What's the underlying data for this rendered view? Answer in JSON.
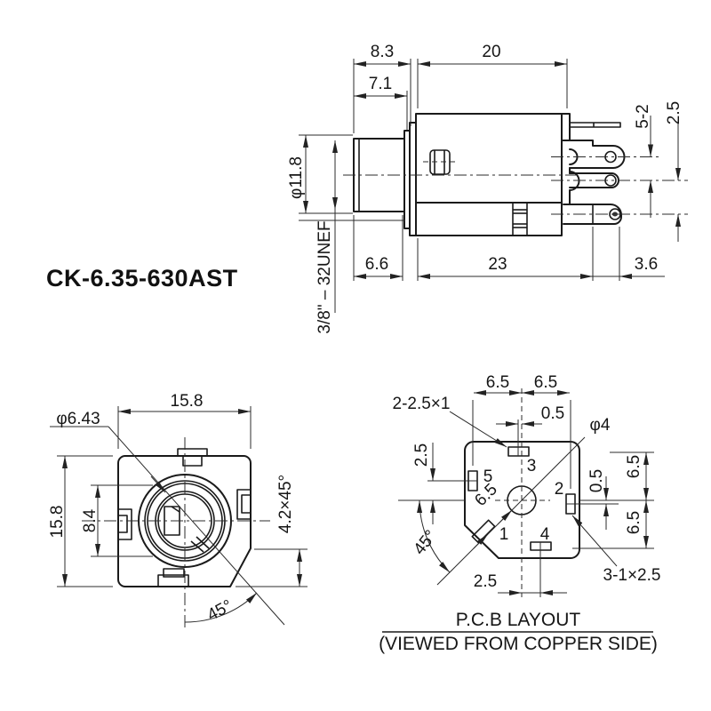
{
  "title": "CK-6.35-630AST",
  "side_view": {
    "dim_8_3": "8.3",
    "dim_20": "20",
    "dim_7_1": "7.1",
    "dim_5_2": "5-2",
    "dim_2_5": "2.5",
    "dim_dia_11_8": "φ11.8",
    "thread_spec": "3/8\" – 32UNEF",
    "dim_6_6": "6.6",
    "dim_23": "23",
    "dim_3_6": "3.6"
  },
  "front_view": {
    "dim_dia_6_43": "φ6.43",
    "dim_width_15_8": "15.8",
    "dim_height_15_8": "15.8",
    "dim_8_4": "8.4",
    "chamfer": "4.2×45°",
    "angle_45": "45°"
  },
  "pcb_view": {
    "slot_note_a": "2-2.5×1",
    "dim_6_5_left": "6.5",
    "dim_6_5_right": "6.5",
    "dim_0_5_top": "0.5",
    "hole_dia": "φ4",
    "dim_2_5_left": "2.5",
    "pin_1": "1",
    "pin_2": "2",
    "pin_3": "3",
    "pin_4": "4",
    "pin_5": "5",
    "dim_6_5_diag": "6.5",
    "dim_0_5_right": "0.5",
    "dim_6_5_r_top": "6.5",
    "dim_6_5_r_bot": "6.5",
    "angle_45": "45°",
    "dim_2_5_bottom": "2.5",
    "slot_note_b": "3-1×2.5",
    "caption_line1": "P.C.B LAYOUT",
    "caption_line2": "(VIEWED FROM COPPER SIDE)"
  }
}
